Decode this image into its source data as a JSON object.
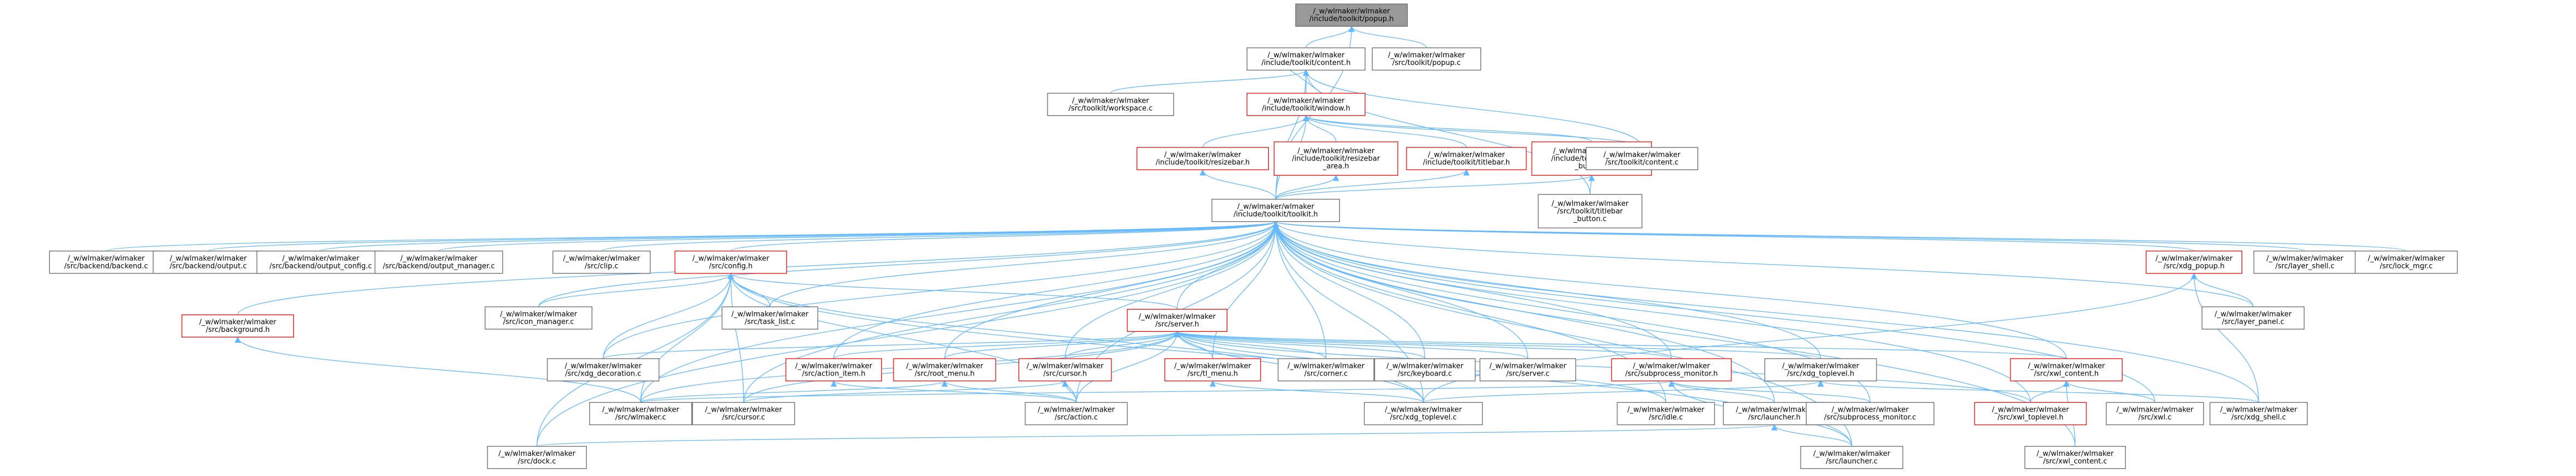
{
  "colors": {
    "edge": "#63b8ff",
    "root_fill": "#999999",
    "node_fill": "#ffffff",
    "node_border": "#666666",
    "header_border": "#ff0000"
  },
  "nodes": [
    {
      "id": "popup_h",
      "lines": [
        "/_w/wlmaker/wlmaker",
        "/include/toolkit/popup.h"
      ],
      "style": "root"
    },
    {
      "id": "content_h",
      "lines": [
        "/_w/wlmaker/wlmaker",
        "/include/toolkit/content.h"
      ],
      "style": "plain"
    },
    {
      "id": "popup_c",
      "lines": [
        "/_w/wlmaker/wlmaker",
        "/src/toolkit/popup.c"
      ],
      "style": "plain"
    },
    {
      "id": "workspace_c",
      "lines": [
        "/_w/wlmaker/wlmaker",
        "/src/toolkit/workspace.c"
      ],
      "style": "plain"
    },
    {
      "id": "window_h",
      "lines": [
        "/_w/wlmaker/wlmaker",
        "/include/toolkit/window.h"
      ],
      "style": "header"
    },
    {
      "id": "resizebar_h",
      "lines": [
        "/_w/wlmaker/wlmaker",
        "/include/toolkit/resizebar.h"
      ],
      "style": "header"
    },
    {
      "id": "resizebar_area_h",
      "lines": [
        "/_w/wlmaker/wlmaker",
        "/include/toolkit/resizebar",
        "_area.h"
      ],
      "style": "header"
    },
    {
      "id": "titlebar_h",
      "lines": [
        "/_w/wlmaker/wlmaker",
        "/include/toolkit/titlebar.h"
      ],
      "style": "header"
    },
    {
      "id": "titlebar_button_h",
      "lines": [
        "/_w/wlmaker/wlmaker",
        "/include/toolkit/titlebar",
        "_button.h"
      ],
      "style": "header"
    },
    {
      "id": "content_c",
      "lines": [
        "/_w/wlmaker/wlmaker",
        "/src/toolkit/content.c"
      ],
      "style": "plain"
    },
    {
      "id": "titlebar_button_c",
      "lines": [
        "/_w/wlmaker/wlmaker",
        "/src/toolkit/titlebar",
        "_button.c"
      ],
      "style": "plain"
    },
    {
      "id": "toolkit_h",
      "lines": [
        "/_w/wlmaker/wlmaker",
        "/include/toolkit/toolkit.h"
      ],
      "style": "plain"
    },
    {
      "id": "backend_c",
      "lines": [
        "/_w/wlmaker/wlmaker",
        "/src/backend/backend.c"
      ],
      "style": "plain"
    },
    {
      "id": "output_c",
      "lines": [
        "/_w/wlmaker/wlmaker",
        "/src/backend/output.c"
      ],
      "style": "plain"
    },
    {
      "id": "output_config_c",
      "lines": [
        "/_w/wlmaker/wlmaker",
        "/src/backend/output_config.c"
      ],
      "style": "plain"
    },
    {
      "id": "output_manager_c",
      "lines": [
        "/_w/wlmaker/wlmaker",
        "/src/backend/output_manager.c"
      ],
      "style": "plain"
    },
    {
      "id": "clip_c",
      "lines": [
        "/_w/wlmaker/wlmaker",
        "/src/clip.c"
      ],
      "style": "plain"
    },
    {
      "id": "config_h",
      "lines": [
        "/_w/wlmaker/wlmaker",
        "/src/config.h"
      ],
      "style": "header"
    },
    {
      "id": "xdg_popup_h",
      "lines": [
        "/_w/wlmaker/wlmaker",
        "/src/xdg_popup.h"
      ],
      "style": "header"
    },
    {
      "id": "layer_shell_c",
      "lines": [
        "/_w/wlmaker/wlmaker",
        "/src/layer_shell.c"
      ],
      "style": "plain"
    },
    {
      "id": "lock_mgr_c",
      "lines": [
        "/_w/wlmaker/wlmaker",
        "/src/lock_mgr.c"
      ],
      "style": "plain"
    },
    {
      "id": "background_h",
      "lines": [
        "/_w/wlmaker/wlmaker",
        "/src/background.h"
      ],
      "style": "header"
    },
    {
      "id": "icon_manager_c",
      "lines": [
        "/_w/wlmaker/wlmaker",
        "/src/icon_manager.c"
      ],
      "style": "plain"
    },
    {
      "id": "task_list_c",
      "lines": [
        "/_w/wlmaker/wlmaker",
        "/src/task_list.c"
      ],
      "style": "plain"
    },
    {
      "id": "layer_panel_c",
      "lines": [
        "/_w/wlmaker/wlmaker",
        "/src/layer_panel.c"
      ],
      "style": "plain"
    },
    {
      "id": "server_h",
      "lines": [
        "/_w/wlmaker/wlmaker",
        "/src/server.h"
      ],
      "style": "header"
    },
    {
      "id": "xdg_decoration_c",
      "lines": [
        "/_w/wlmaker/wlmaker",
        "/src/xdg_decoration.c"
      ],
      "style": "plain"
    },
    {
      "id": "action_item_h",
      "lines": [
        "/_w/wlmaker/wlmaker",
        "/src/action_item.h"
      ],
      "style": "header"
    },
    {
      "id": "root_menu_h",
      "lines": [
        "/_w/wlmaker/wlmaker",
        "/src/root_menu.h"
      ],
      "style": "header"
    },
    {
      "id": "cursor_h",
      "lines": [
        "/_w/wlmaker/wlmaker",
        "/src/cursor.h"
      ],
      "style": "header"
    },
    {
      "id": "tl_menu_h",
      "lines": [
        "/_w/wlmaker/wlmaker",
        "/src/tl_menu.h"
      ],
      "style": "header"
    },
    {
      "id": "corner_c",
      "lines": [
        "/_w/wlmaker/wlmaker",
        "/src/corner.c"
      ],
      "style": "plain"
    },
    {
      "id": "keyboard_c",
      "lines": [
        "/_w/wlmaker/wlmaker",
        "/src/keyboard.c"
      ],
      "style": "plain"
    },
    {
      "id": "server_c",
      "lines": [
        "/_w/wlmaker/wlmaker",
        "/src/server.c"
      ],
      "style": "plain"
    },
    {
      "id": "subprocess_monitor_h",
      "lines": [
        "/_w/wlmaker/wlmaker",
        "/src/subprocess_monitor.h"
      ],
      "style": "header"
    },
    {
      "id": "xdg_toplevel_h",
      "lines": [
        "/_w/wlmaker/wlmaker",
        "/src/xdg_toplevel.h"
      ],
      "style": "plain"
    },
    {
      "id": "xwl_content_h",
      "lines": [
        "/_w/wlmaker/wlmaker",
        "/src/xwl_content.h"
      ],
      "style": "header"
    },
    {
      "id": "wlmaker_c",
      "lines": [
        "/_w/wlmaker/wlmaker",
        "/src/wlmaker.c"
      ],
      "style": "plain"
    },
    {
      "id": "cursor_c",
      "lines": [
        "/_w/wlmaker/wlmaker",
        "/src/cursor.c"
      ],
      "style": "plain"
    },
    {
      "id": "action_c",
      "lines": [
        "/_w/wlmaker/wlmaker",
        "/src/action.c"
      ],
      "style": "plain"
    },
    {
      "id": "xdg_toplevel_c",
      "lines": [
        "/_w/wlmaker/wlmaker",
        "/src/xdg_toplevel.c"
      ],
      "style": "plain"
    },
    {
      "id": "idle_c",
      "lines": [
        "/_w/wlmaker/wlmaker",
        "/src/idle.c"
      ],
      "style": "plain"
    },
    {
      "id": "launcher_h",
      "lines": [
        "/_w/wlmaker/wlmaker",
        "/src/launcher.h"
      ],
      "style": "plain"
    },
    {
      "id": "subprocess_monitor_c",
      "lines": [
        "/_w/wlmaker/wlmaker",
        "/src/subprocess_monitor.c"
      ],
      "style": "plain"
    },
    {
      "id": "xwl_toplevel_h",
      "lines": [
        "/_w/wlmaker/wlmaker",
        "/src/xwl_toplevel.h"
      ],
      "style": "header"
    },
    {
      "id": "xwl_c",
      "lines": [
        "/_w/wlmaker/wlmaker",
        "/src/xwl.c"
      ],
      "style": "plain"
    },
    {
      "id": "xdg_shell_c",
      "lines": [
        "/_w/wlmaker/wlmaker",
        "/src/xdg_shell.c"
      ],
      "style": "plain"
    },
    {
      "id": "dock_c",
      "lines": [
        "/_w/wlmaker/wlmaker",
        "/src/dock.c"
      ],
      "style": "plain"
    },
    {
      "id": "launcher_c",
      "lines": [
        "/_w/wlmaker/wlmaker",
        "/src/launcher.c"
      ],
      "style": "plain"
    },
    {
      "id": "xwl_content_c",
      "lines": [
        "/_w/wlmaker/wlmaker",
        "/src/xwl_content.c"
      ],
      "style": "plain"
    }
  ],
  "edges": [
    [
      "popup_h",
      "content_h"
    ],
    [
      "popup_h",
      "popup_c"
    ],
    [
      "popup_h",
      "toolkit_h"
    ],
    [
      "content_h",
      "workspace_c"
    ],
    [
      "content_h",
      "window_h"
    ],
    [
      "content_h",
      "content_c"
    ],
    [
      "content_h",
      "titlebar_button_c"
    ],
    [
      "content_h",
      "toolkit_h"
    ],
    [
      "window_h",
      "content_h"
    ],
    [
      "window_h",
      "resizebar_h"
    ],
    [
      "window_h",
      "resizebar_area_h"
    ],
    [
      "window_h",
      "titlebar_h"
    ],
    [
      "window_h",
      "titlebar_button_h"
    ],
    [
      "window_h",
      "content_c"
    ],
    [
      "window_h",
      "toolkit_h"
    ],
    [
      "resizebar_h",
      "toolkit_h"
    ],
    [
      "resizebar_area_h",
      "toolkit_h"
    ],
    [
      "titlebar_h",
      "toolkit_h"
    ],
    [
      "titlebar_button_h",
      "titlebar_button_c"
    ],
    [
      "titlebar_button_h",
      "toolkit_h"
    ],
    [
      "toolkit_h",
      "backend_c"
    ],
    [
      "toolkit_h",
      "output_c"
    ],
    [
      "toolkit_h",
      "output_config_c"
    ],
    [
      "toolkit_h",
      "output_manager_c"
    ],
    [
      "toolkit_h",
      "clip_c"
    ],
    [
      "toolkit_h",
      "config_h"
    ],
    [
      "toolkit_h",
      "xdg_popup_h"
    ],
    [
      "toolkit_h",
      "layer_shell_c"
    ],
    [
      "toolkit_h",
      "lock_mgr_c"
    ],
    [
      "toolkit_h",
      "background_h"
    ],
    [
      "toolkit_h",
      "icon_manager_c"
    ],
    [
      "toolkit_h",
      "task_list_c"
    ],
    [
      "toolkit_h",
      "layer_panel_c"
    ],
    [
      "toolkit_h",
      "server_h"
    ],
    [
      "toolkit_h",
      "xdg_decoration_c"
    ],
    [
      "toolkit_h",
      "action_item_h"
    ],
    [
      "toolkit_h",
      "root_menu_h"
    ],
    [
      "toolkit_h",
      "cursor_h"
    ],
    [
      "toolkit_h",
      "tl_menu_h"
    ],
    [
      "toolkit_h",
      "corner_c"
    ],
    [
      "toolkit_h",
      "keyboard_c"
    ],
    [
      "toolkit_h",
      "server_c"
    ],
    [
      "toolkit_h",
      "subprocess_monitor_h"
    ],
    [
      "toolkit_h",
      "xdg_toplevel_h"
    ],
    [
      "toolkit_h",
      "xwl_content_h"
    ],
    [
      "toolkit_h",
      "wlmaker_c"
    ],
    [
      "toolkit_h",
      "cursor_c"
    ],
    [
      "toolkit_h",
      "action_c"
    ],
    [
      "toolkit_h",
      "xdg_toplevel_c"
    ],
    [
      "toolkit_h",
      "idle_c"
    ],
    [
      "toolkit_h",
      "launcher_h"
    ],
    [
      "toolkit_h",
      "subprocess_monitor_c"
    ],
    [
      "toolkit_h",
      "xwl_toplevel_h"
    ],
    [
      "toolkit_h",
      "xwl_c"
    ],
    [
      "toolkit_h",
      "xdg_shell_c"
    ],
    [
      "toolkit_h",
      "dock_c"
    ],
    [
      "toolkit_h",
      "launcher_c"
    ],
    [
      "toolkit_h",
      "xwl_content_c"
    ],
    [
      "config_h",
      "icon_manager_c"
    ],
    [
      "config_h",
      "task_list_c"
    ],
    [
      "config_h",
      "server_h"
    ],
    [
      "config_h",
      "xdg_decoration_c"
    ],
    [
      "config_h",
      "wlmaker_c"
    ],
    [
      "config_h",
      "cursor_c"
    ],
    [
      "config_h",
      "action_c"
    ],
    [
      "config_h",
      "dock_c"
    ],
    [
      "config_h",
      "launcher_c"
    ],
    [
      "config_h",
      "xdg_toplevel_c"
    ],
    [
      "xdg_popup_h",
      "layer_panel_c"
    ],
    [
      "xdg_popup_h",
      "xdg_shell_c"
    ],
    [
      "xdg_popup_h",
      "xdg_toplevel_c"
    ],
    [
      "background_h",
      "wlmaker_c"
    ],
    [
      "server_h",
      "xdg_decoration_c"
    ],
    [
      "server_h",
      "action_item_h"
    ],
    [
      "server_h",
      "root_menu_h"
    ],
    [
      "server_h",
      "cursor_h"
    ],
    [
      "server_h",
      "tl_menu_h"
    ],
    [
      "server_h",
      "corner_c"
    ],
    [
      "server_h",
      "keyboard_c"
    ],
    [
      "server_h",
      "server_c"
    ],
    [
      "server_h",
      "subprocess_monitor_h"
    ],
    [
      "server_h",
      "xdg_toplevel_h"
    ],
    [
      "server_h",
      "xwl_content_h"
    ],
    [
      "server_h",
      "wlmaker_c"
    ],
    [
      "server_h",
      "cursor_c"
    ],
    [
      "server_h",
      "action_c"
    ],
    [
      "server_h",
      "xdg_toplevel_c"
    ],
    [
      "server_h",
      "idle_c"
    ],
    [
      "server_h",
      "xwl_toplevel_h"
    ],
    [
      "action_item_h",
      "action_c"
    ],
    [
      "root_menu_h",
      "action_c"
    ],
    [
      "root_menu_h",
      "wlmaker_c"
    ],
    [
      "cursor_h",
      "cursor_c"
    ],
    [
      "cursor_h",
      "action_c"
    ],
    [
      "tl_menu_h",
      "xdg_toplevel_c"
    ],
    [
      "subprocess_monitor_h",
      "launcher_h"
    ],
    [
      "subprocess_monitor_h",
      "subprocess_monitor_c"
    ],
    [
      "subprocess_monitor_h",
      "wlmaker_c"
    ],
    [
      "subprocess_monitor_h",
      "launcher_c"
    ],
    [
      "xdg_toplevel_h",
      "xdg_toplevel_c"
    ],
    [
      "xdg_toplevel_h",
      "xdg_shell_c"
    ],
    [
      "xwl_content_h",
      "xwl_toplevel_h"
    ],
    [
      "xwl_content_h",
      "xwl_c"
    ],
    [
      "xwl_content_h",
      "xwl_content_c"
    ],
    [
      "launcher_h",
      "launcher_c"
    ],
    [
      "launcher_h",
      "dock_c"
    ]
  ]
}
